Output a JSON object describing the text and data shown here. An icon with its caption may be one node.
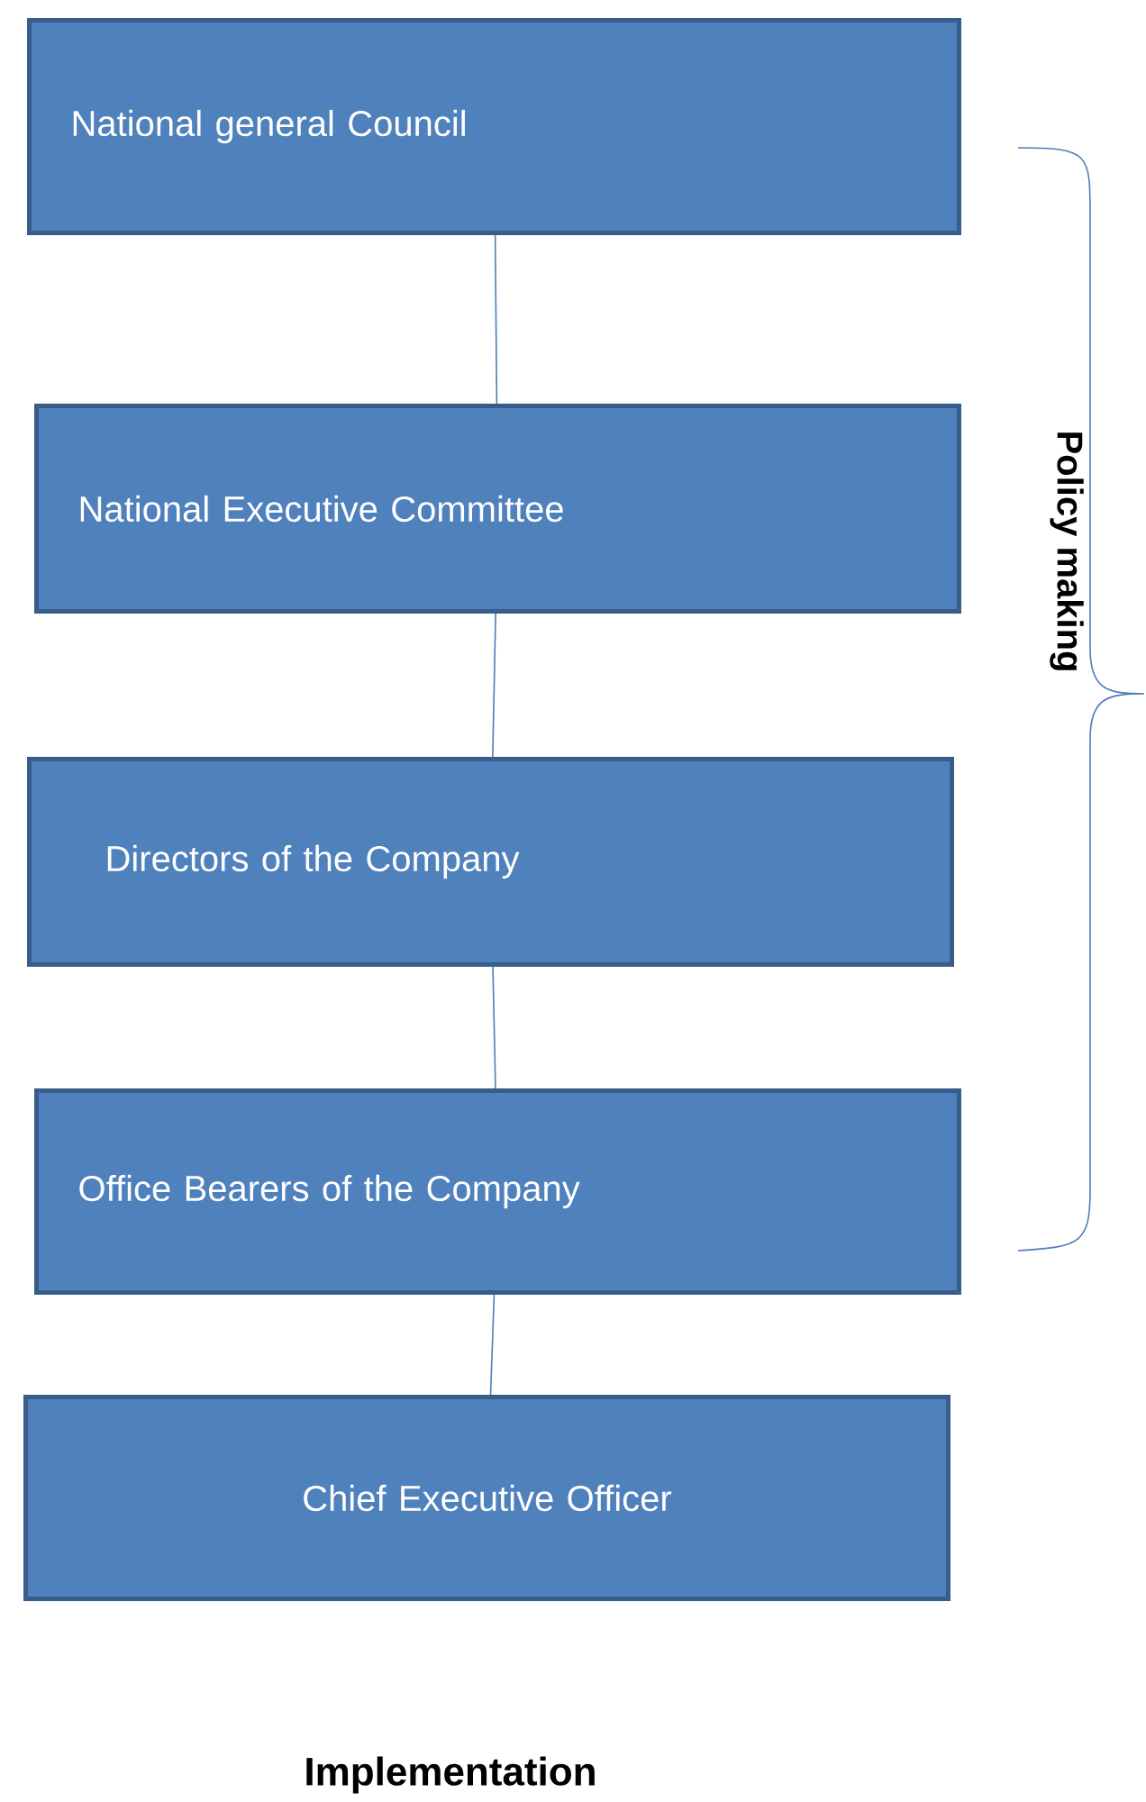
{
  "diagram": {
    "nodes": [
      {
        "text": [
          "National general Council"
        ]
      },
      {
        "text": [
          "National Executive Committee"
        ]
      },
      {
        "text": [
          "Directors of the Company"
        ]
      },
      {
        "text": [
          "Office Bearers of the Company"
        ]
      },
      {
        "text": [
          "Chief Executive Officer"
        ]
      }
    ],
    "edges": [
      {
        "from": 0,
        "to": 1,
        "arrow": "none"
      },
      {
        "from": 1,
        "to": 2,
        "arrow": "none"
      },
      {
        "from": 2,
        "to": 3,
        "arrow": "none"
      },
      {
        "from": 3,
        "to": 4,
        "arrow": "none"
      }
    ],
    "labels": [
      "Policy making",
      "Implementation"
    ]
  }
}
